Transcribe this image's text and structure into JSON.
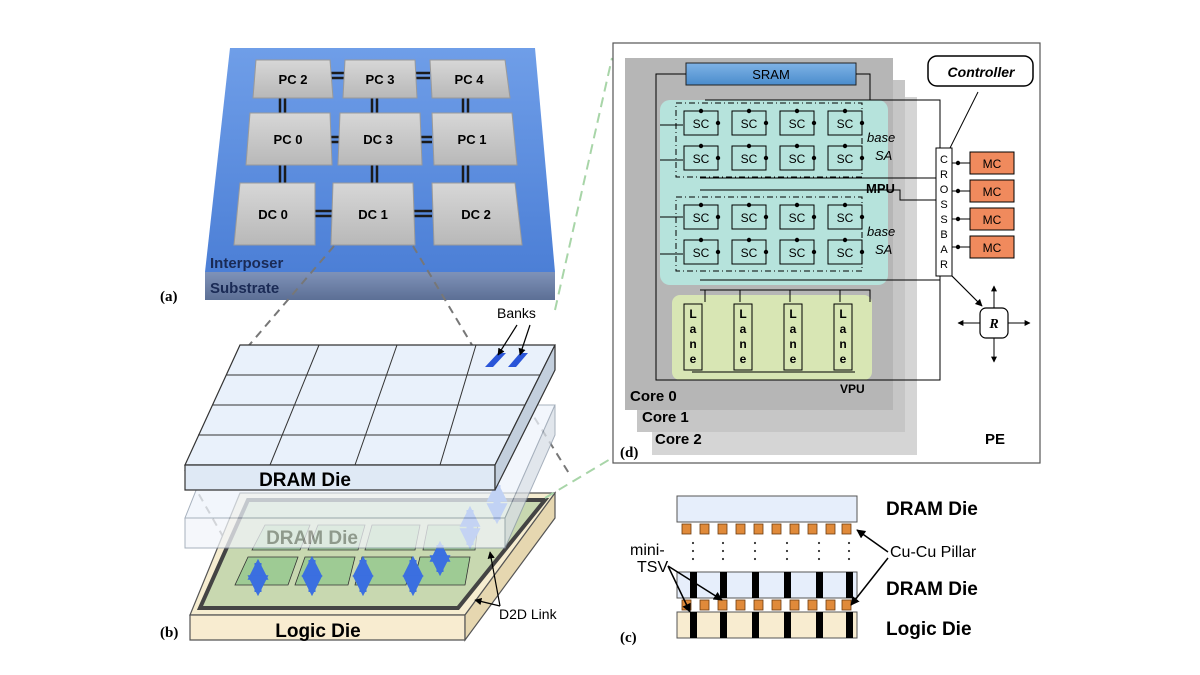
{
  "panel_a": {
    "label": "(a)",
    "tiles": [
      "PC 2",
      "PC 3",
      "PC 4",
      "PC 0",
      "DC 3",
      "PC 1",
      "DC 0",
      "DC 1",
      "DC 2"
    ],
    "interposer": "Interposer",
    "substrate": "Substrate"
  },
  "panel_b": {
    "label": "(b)",
    "banks": "Banks",
    "dram_top": "DRAM Die",
    "dram_bottom": "DRAM Die",
    "logic": "Logic Die",
    "d2d": "D2D Link"
  },
  "panel_c": {
    "label": "(c)",
    "dram_top": "DRAM Die",
    "dram_mid": "DRAM Die",
    "logic": "Logic Die",
    "pillar": "Cu-Cu Pillar",
    "tsv_line1": "mini-",
    "tsv_line2": "TSV"
  },
  "panel_d": {
    "label": "(d)",
    "sram": "SRAM",
    "controller": "Controller",
    "sc": "SC",
    "base1": "base",
    "sa1": "SA",
    "base2": "base",
    "sa2": "SA",
    "mpu": "MPU",
    "crossbar_letters": [
      "C",
      "R",
      "O",
      "S",
      "S",
      "B",
      "A",
      "R"
    ],
    "mc": [
      "MC",
      "MC",
      "MC",
      "MC"
    ],
    "router": "R",
    "lane_letters": [
      "L",
      "a",
      "n",
      "e"
    ],
    "vpu": "VPU",
    "core0": "Core 0",
    "core1": "Core 1",
    "core2": "Core 2",
    "pe": "PE"
  },
  "colors": {
    "interposer_blue": "#5a8fe0",
    "tile_gray": "#c8c8c8",
    "sram_blue": "#5b9bd5",
    "mpu_teal": "#b6e3dc",
    "vpu_green": "#d8e6b4",
    "mc_orange": "#f08a5d",
    "pillar_orange": "#e08a3a",
    "logic_beige": "#f8ecd0"
  }
}
